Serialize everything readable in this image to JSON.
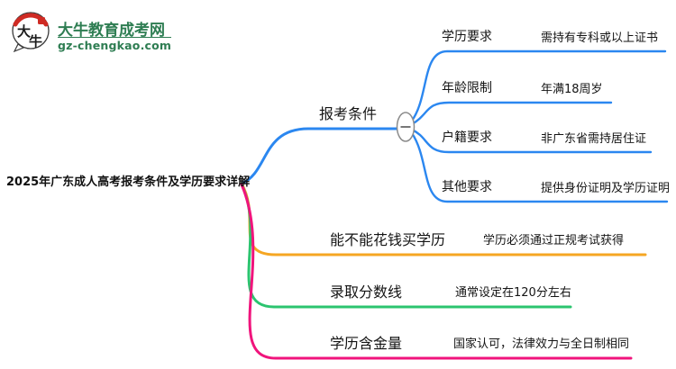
{
  "brand": {
    "logo_char1": "大",
    "logo_char2": "牛",
    "name": "大牛教育成考网",
    "url": "gz-chengkao.com"
  },
  "root": {
    "title": "2025年广东成人高考报考条件及学历要求详解"
  },
  "mindmap": {
    "branches": [
      {
        "label": "报考条件",
        "collapse_icon": "minus",
        "children": [
          {
            "label": "学历要求",
            "value": "需持有专科或以上证书"
          },
          {
            "label": "年龄限制",
            "value": "年满18周岁"
          },
          {
            "label": "户籍要求",
            "value": "非广东省需持居住证"
          },
          {
            "label": "其他要求",
            "value": "提供身份证明及学历证明"
          }
        ]
      },
      {
        "label": "能不能花钱买学历",
        "value": "学历必须通过正规考试获得"
      },
      {
        "label": "录取分数线",
        "value": "通常设定在120分左右"
      },
      {
        "label": "学历含金量",
        "value": "国家认可，法律效力与全日制相同"
      }
    ]
  },
  "colors": {
    "blue": "#2B87F0",
    "orange": "#F5A623",
    "green": "#2BC46F",
    "pink": "#F0147C",
    "brand_green": "#2E7D52",
    "logo_red": "#CF2B24",
    "collapse_stroke": "#8B8B8B"
  }
}
